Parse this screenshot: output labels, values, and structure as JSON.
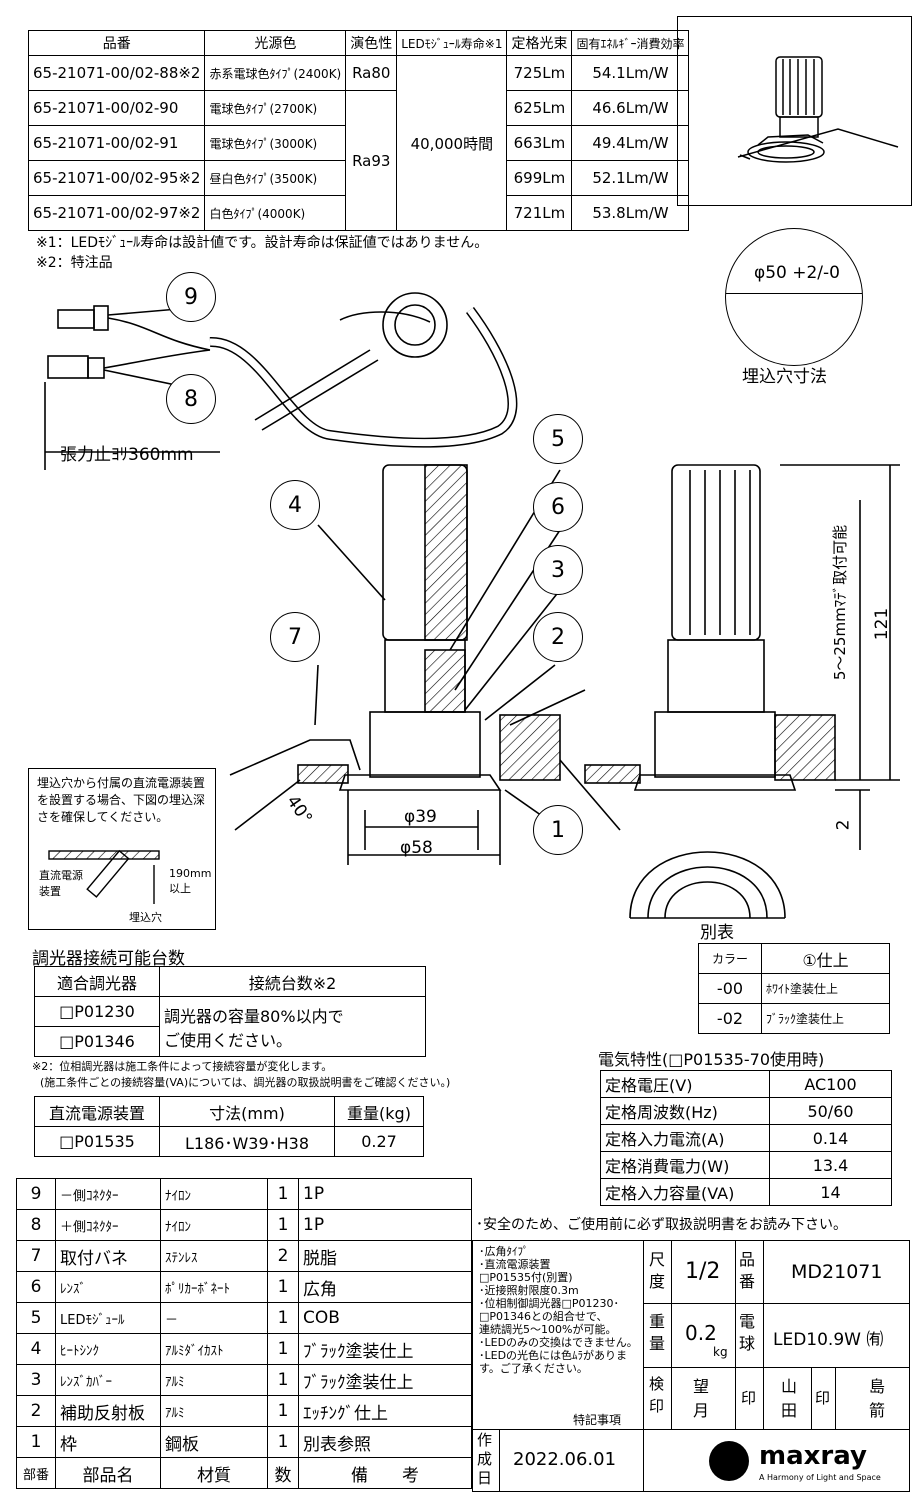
{
  "spec_table": {
    "headers": [
      "品番",
      "光源色",
      "演色性",
      "LEDﾓｼﾞｭｰﾙ寿命※1",
      "定格光束",
      "固有ｴﾈﾙｷﾞｰ消費効率"
    ],
    "rows": [
      {
        "part": "65-21071-00/02-88※2",
        "color": "赤系電球色ﾀｲﾌﾟ(2400K)",
        "lumen": "725Lm",
        "eff": "54.1Lm/W"
      },
      {
        "part": "65-21071-00/02-90",
        "color": "電球色ﾀｲﾌﾟ(2700K)",
        "lumen": "625Lm",
        "eff": "46.6Lm/W"
      },
      {
        "part": "65-21071-00/02-91",
        "color": "電球色ﾀｲﾌﾟ(3000K)",
        "lumen": "663Lm",
        "eff": "49.4Lm/W"
      },
      {
        "part": "65-21071-00/02-95※2",
        "color": "昼白色ﾀｲﾌﾟ(3500K)",
        "lumen": "699Lm",
        "eff": "52.1Lm/W"
      },
      {
        "part": "65-21071-00/02-97※2",
        "color": "白色ﾀｲﾌﾟ(4000K)",
        "lumen": "721Lm",
        "eff": "53.8Lm/W"
      }
    ],
    "cri_1": "Ra80",
    "cri_2": "Ra93",
    "life": "40,000時間"
  },
  "notes": {
    "n1": "※1：LEDﾓｼﾞｭｰﾙ寿命は設計値です。設計寿命は保証値ではありません。",
    "n2": "※2：特注品"
  },
  "drawing": {
    "hole_dim": "φ50 +2/-0",
    "hole_label": "埋込穴寸法",
    "wire_len": "張力止ﾖﾘ360mm",
    "d39": "φ39",
    "d58": "φ58",
    "angle": "40°",
    "h121": "121",
    "h2": "2",
    "mount": "5～25mmﾏﾃﾞ取付可能",
    "balloons": [
      "9",
      "8",
      "4",
      "5",
      "6",
      "3",
      "7",
      "2",
      "1"
    ],
    "psu_note": "埋込穴から付属の直流電源装置を設置する場合、下図の埋込深さを確保してください。",
    "psu_label": "直流電源装置",
    "psu_depth": "190mm以上",
    "psu_hole": "埋込穴"
  },
  "betsuhyo": {
    "title": "別表",
    "headers": [
      "カラー",
      "①仕上"
    ],
    "rows": [
      [
        "-00",
        "ﾎﾜｲﾄ塗装仕上"
      ],
      [
        "-02",
        "ﾌﾞﾗｯｸ塗装仕上"
      ]
    ]
  },
  "dimmer": {
    "title": "調光器接続可能台数",
    "headers": [
      "適合調光器",
      "接続台数※2"
    ],
    "rows": [
      "□P01230",
      "□P01346"
    ],
    "text1": "調光器の容量80%以内で",
    "text2": "ご使用ください。",
    "note1": "※2：位相調光器は施工条件によって接続容量が変化します。",
    "note2": "(施工条件ごとの接続容量(VA)については、調光器の取扱説明書をご確認ください。)"
  },
  "psu": {
    "headers": [
      "直流電源装置",
      "寸法(mm)",
      "重量(kg)"
    ],
    "row": [
      "□P01535",
      "L186･W39･H38",
      "0.27"
    ]
  },
  "electric": {
    "title": "電気特性(□P01535-70使用時)",
    "rows": [
      [
        "定格電圧(V)",
        "AC100"
      ],
      [
        "定格周波数(Hz)",
        "50/60"
      ],
      [
        "定格入力電流(A)",
        "0.14"
      ],
      [
        "定格消費電力(W)",
        "13.4"
      ],
      [
        "定格入力容量(VA)",
        "14"
      ]
    ]
  },
  "parts": {
    "rows": [
      [
        "9",
        "－側ｺﾈｸﾀｰ",
        "ﾅｲﾛﾝ",
        "1",
        "1P"
      ],
      [
        "8",
        "＋側ｺﾈｸﾀｰ",
        "ﾅｲﾛﾝ",
        "1",
        "1P"
      ],
      [
        "7",
        "取付バネ",
        "ｽﾃﾝﾚｽ",
        "2",
        "脱脂"
      ],
      [
        "6",
        "ﾚﾝｽﾞ",
        "ﾎﾟﾘｶｰﾎﾞﾈｰﾄ",
        "1",
        "広角"
      ],
      [
        "5",
        "LEDﾓｼﾞｭｰﾙ",
        "－",
        "1",
        "COB"
      ],
      [
        "4",
        "ﾋｰﾄｼﾝｸ",
        "ｱﾙﾐﾀﾞｲｶｽﾄ",
        "1",
        "ﾌﾞﾗｯｸ塗装仕上"
      ],
      [
        "3",
        "ﾚﾝｽﾞｶﾊﾞｰ",
        "ｱﾙﾐ",
        "1",
        "ﾌﾞﾗｯｸ塗装仕上"
      ],
      [
        "2",
        "補助反射板",
        "ｱﾙﾐ",
        "1",
        "ｴｯﾁﾝｸﾞ仕上"
      ],
      [
        "1",
        "枠",
        "鋼板",
        "1",
        "別表参照"
      ]
    ],
    "footer": [
      "部番",
      "部品名",
      "材質",
      "数",
      "備　　考"
    ]
  },
  "title_block": {
    "safety": "･安全のため、ご使用前に必ず取扱説明書をお読み下さい。",
    "specials": [
      "･広角ﾀｲﾌﾟ",
      "･直流電源装置",
      "□P01535付(別置)",
      "･近接照射限度0.3m",
      "･位相制御調光器□P01230･",
      "□P01346との組合せで、",
      "連続調光5～100%が可能。",
      "･LEDのみの交換はできません。",
      "･LEDの光色には色ﾑﾗがあります。ご了承ください。"
    ],
    "specials_label": "特記事項",
    "scale_label": "尺度",
    "scale": "1/2",
    "hinban_label": "品番",
    "hinban": "MD21071",
    "weight_label": "重量",
    "weight": "0.2",
    "weight_unit": "kg",
    "lamp_label": "電球",
    "lamp": "LED10.9W ㈲",
    "kenin": "検印",
    "mochizuki": "望月",
    "in": "印",
    "yamada": "山田",
    "shimaya": "島箭",
    "date_label": "作成日",
    "date": "2022.06.01",
    "brand": "maxray",
    "brand_sub": "A Harmony of Light and Space"
  }
}
